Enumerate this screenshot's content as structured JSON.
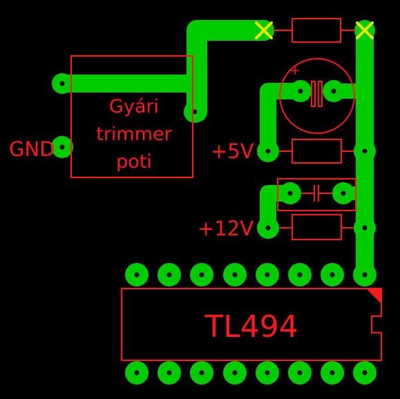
{
  "labels": {
    "gnd": "GND",
    "v5": "+5V",
    "v12": "+12V",
    "trimmer_line1": "Gyári",
    "trimmer_line2": "trimmer",
    "trimmer_line3": "poti",
    "ic_name": "TL494",
    "cap_polarity": "+"
  },
  "colors": {
    "background": "#000000",
    "copper": "#00cc00",
    "silkscreen": "#ff1a1a",
    "drill": "#000000",
    "via_mark": "#e8e800"
  }
}
